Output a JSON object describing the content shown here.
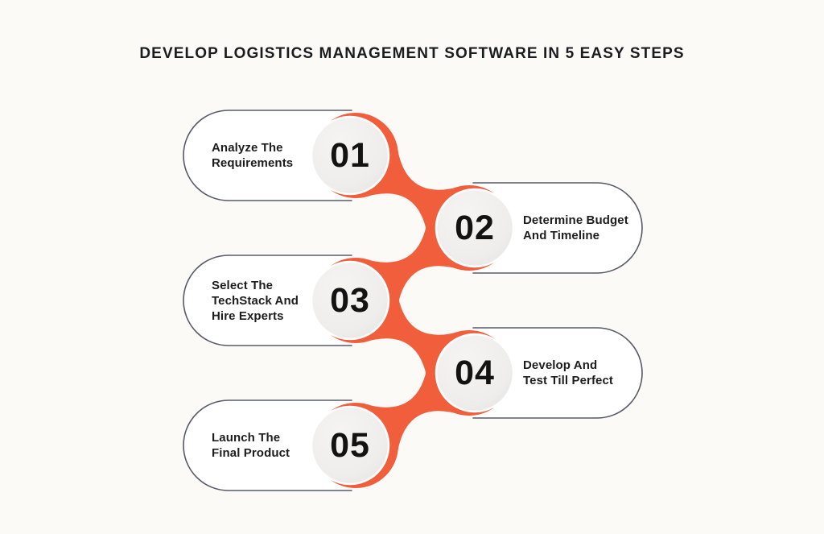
{
  "title": "DEVELOP LOGISTICS MANAGEMENT SOFTWARE IN 5 EASY STEPS",
  "colors": {
    "background": "#FCFAF7",
    "accent_orange": "#F15E3C",
    "pill_border": "#565A68",
    "circle_fill": "#EFEDEC",
    "title_text": "#1B1C20",
    "label_text": "#1D1D1D",
    "number_text": "#131313"
  },
  "steps": [
    {
      "number": "01",
      "label": "Analyze The\nRequirements",
      "side": "left"
    },
    {
      "number": "02",
      "label": "Determine Budget\nAnd Timeline",
      "side": "right"
    },
    {
      "number": "03",
      "label": "Select The\nTechStack And\nHire Experts",
      "side": "left"
    },
    {
      "number": "04",
      "label": "Develop And\nTest Till Perfect",
      "side": "right"
    },
    {
      "number": "05",
      "label": "Launch The\nFinal Product",
      "side": "left"
    }
  ]
}
